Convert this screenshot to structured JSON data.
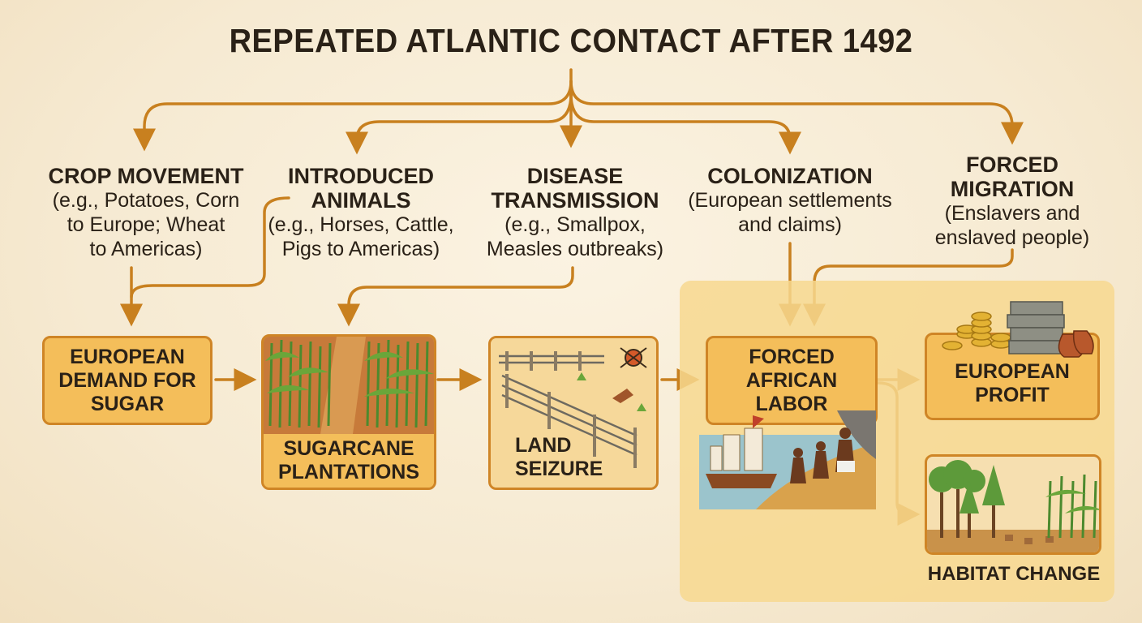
{
  "title": "REPEATED ATLANTIC CONTACT AFTER 1492",
  "causes": {
    "crop": {
      "heading": "CROP MOVEMENT",
      "detail": "(e.g., Potatoes, Corn\nto Europe; Wheat\nto Americas)"
    },
    "animals": {
      "heading": "INTRODUCED\nANIMALS",
      "detail": "(e.g., Horses, Cattle,\nPigs to Americas)"
    },
    "disease": {
      "heading": "DISEASE\nTRANSMISSION",
      "detail": "(e.g., Smallpox,\nMeasles outbreaks)"
    },
    "colonization": {
      "heading": "COLONIZATION",
      "detail": "(European settlements\nand claims)"
    },
    "migration": {
      "heading": "FORCED\nMIGRATION",
      "detail": "(Enslavers and\nenslaved people)"
    }
  },
  "chain": {
    "demand": "EUROPEAN\nDEMAND FOR\nSUGAR",
    "plantations": "SUGARCANE\nPLANTATIONS",
    "land": "LAND\nSEIZURE",
    "labor": "FORCED\nAFRICAN\nLABOR",
    "profit": "EUROPEAN\nPROFIT",
    "habitat": "HABITAT CHANGE"
  },
  "colors": {
    "arrow": "#c8801f",
    "box_fill": "#f4be5a",
    "box_border": "#cf8526",
    "panel": "#f7d88f"
  }
}
